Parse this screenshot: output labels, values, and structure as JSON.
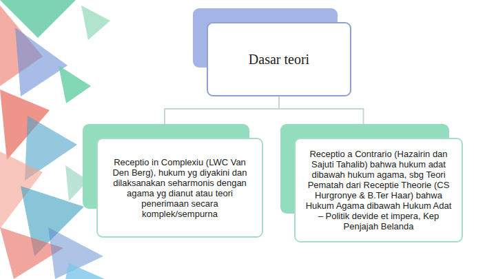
{
  "diagram": {
    "nodes": [
      {
        "text": [
          "Dasar teori"
        ]
      },
      {
        "text": [
          "Receptio in Complexiu (LWC Van Den Berg), hukum yg diyakini dan dilaksanakan seharmonis dengan agama yg dianut atau teori penerimaan secara komplek/sempurna"
        ]
      },
      {
        "text": [
          "Receptio a Contrario (Hazairin dan Sajuti Tahalib) bahwa hukum adat dibawah hukum agama, sbg Teori Pematah dari Receptie Theorie (CS Hurgronye & B.Ter Haar) bahwa Hukum Agama dibawah Hukum Adat – Politik devide et impera, Kep Penjajah Belanda"
        ]
      }
    ],
    "edges": [
      {
        "from": 0,
        "to": 1,
        "arrow": "none"
      },
      {
        "from": 0,
        "to": 2,
        "arrow": "none"
      }
    ]
  }
}
